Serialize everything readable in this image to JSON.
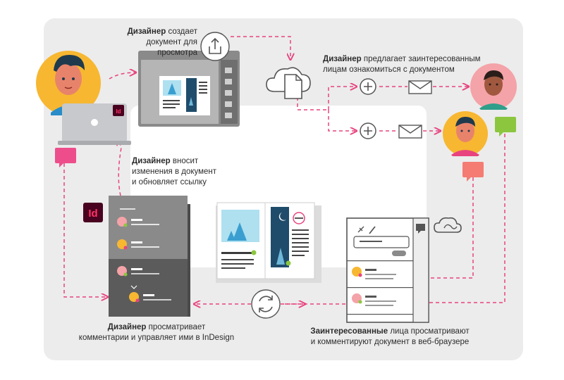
{
  "captions": {
    "create": {
      "bold": "Дизайнер",
      "rest": " создает",
      "line2": "документ для просмотра"
    },
    "share": {
      "bold": "Дизайнер",
      "rest": " предлагает заинтересованным",
      "line2": "лицам ознакомиться с документом"
    },
    "update": {
      "bold": "Дизайнер",
      "rest": " вносит",
      "line2": "изменения в документ",
      "line3": "и обновляет ссылку"
    },
    "manage": {
      "bold": "Дизайнер",
      "rest": " просматривает",
      "line2": "комментарии и управляет ими в InDesign"
    },
    "review": {
      "bold": "Заинтересованные",
      "rest": " лица просматривают",
      "line2": "и комментируют документ в веб-браузере"
    }
  },
  "app_badges": {
    "laptop_badge": "Id",
    "indesign_logo": "Id"
  },
  "colors": {
    "pink_arrow": "#e8437f",
    "indesign": "#49021f",
    "indesign_text": "#ff3366",
    "avatar_yellow": "#f7b731",
    "avatar_pink": "#f4a3a8",
    "bubble_pink": "#ee4d8c",
    "bubble_green": "#8cc63f",
    "bubble_salmon": "#f47c72",
    "panel_gray": "#8a8a8a",
    "panel_dark": "#5b5b5b"
  },
  "icons": [
    "share-upload-icon",
    "cloud-icon",
    "document-icon",
    "plus-circle-icon",
    "envelope-icon",
    "sync-icon",
    "creative-cloud-icon",
    "pin-icon",
    "pencil-icon",
    "comment-icon",
    "moon-icon",
    "tree-icon"
  ]
}
